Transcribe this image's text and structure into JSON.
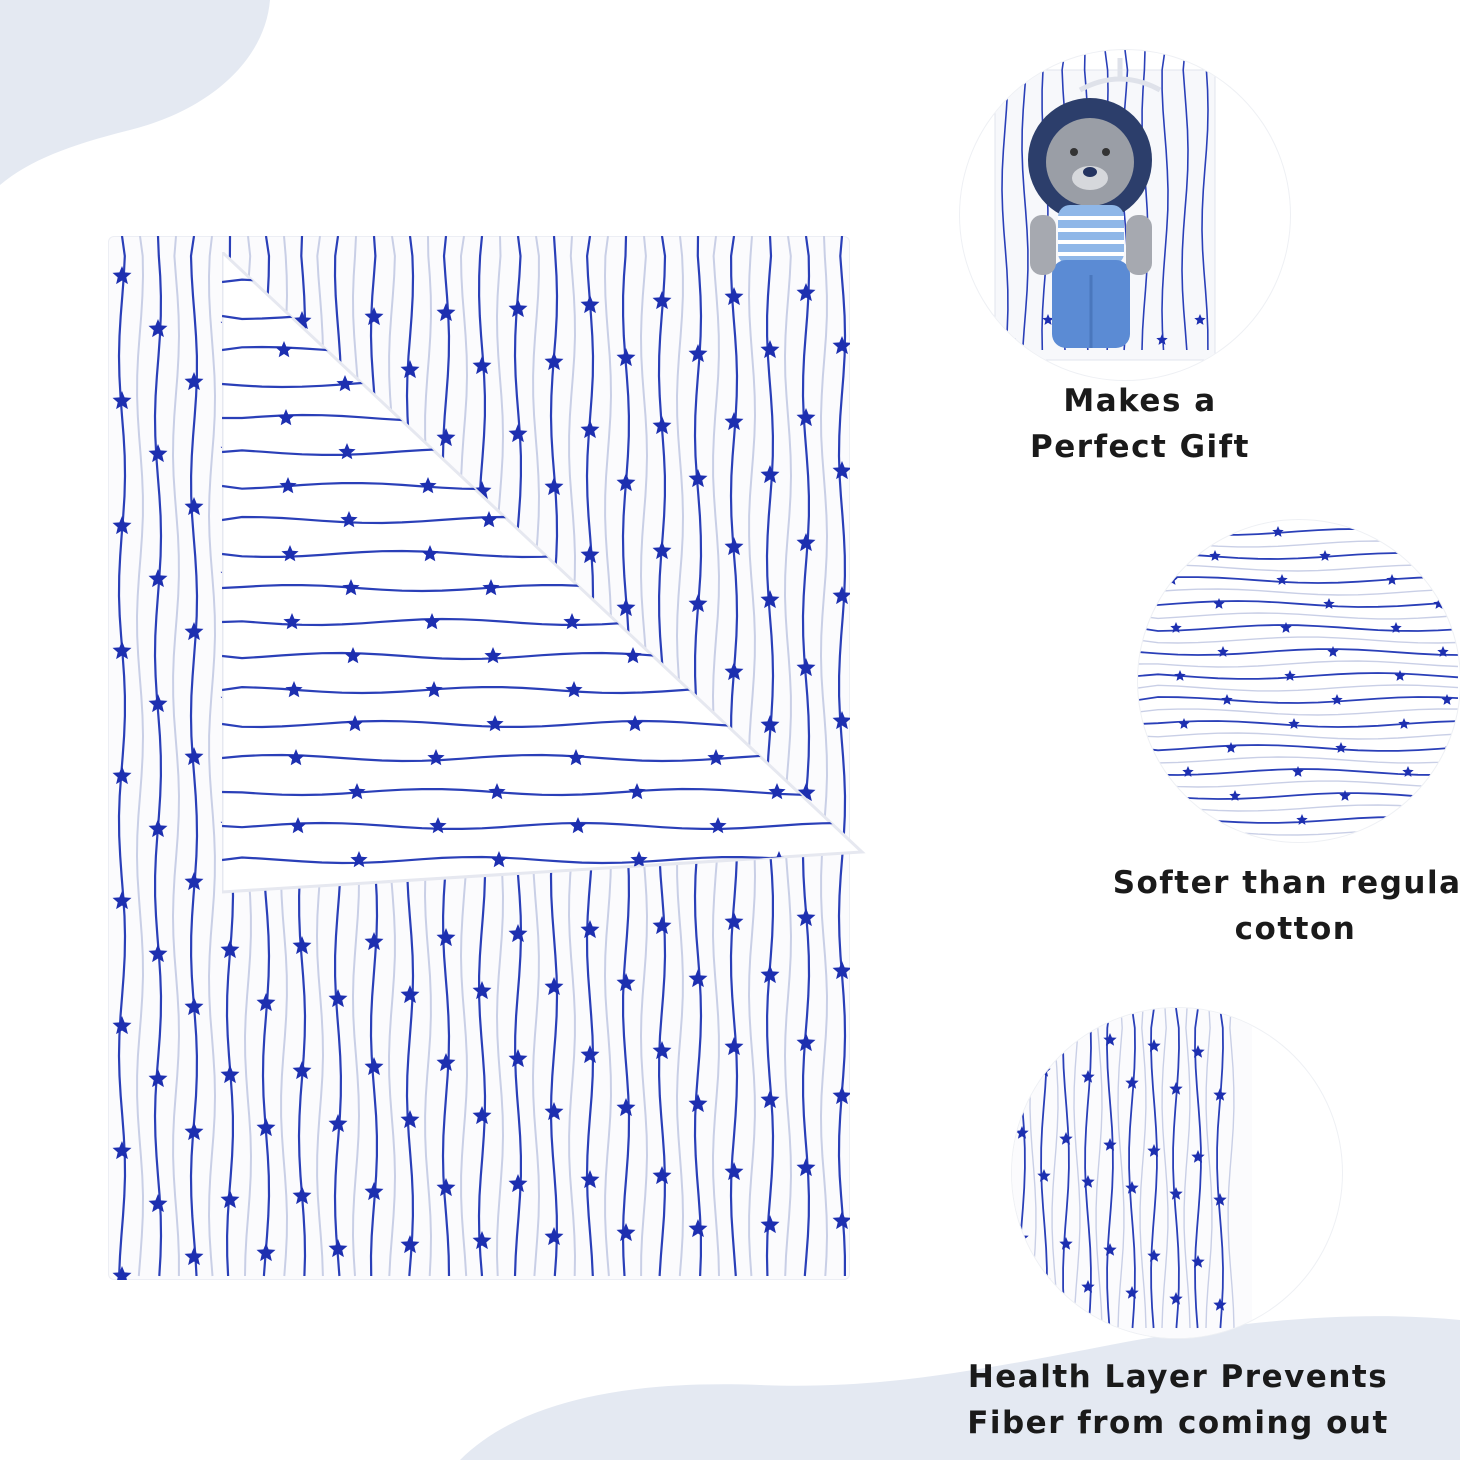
{
  "colors": {
    "background": "#ffffff",
    "blob": "#e4e9f2",
    "stripe": "#2a3fb8",
    "stripe_light": "#c9cfe6",
    "star": "#1d2fb0",
    "text": "#1a1a1a"
  },
  "features": [
    {
      "line1": "Makes a",
      "line2": "Perfect Gift",
      "image": "gift-packaging-with-plush-lion"
    },
    {
      "line1": "Softer than regular",
      "line2": "cotton",
      "image": "fabric-closeup-horizontal-stripes"
    },
    {
      "line1": "Health Layer Prevents",
      "line2": "Fiber from coming out",
      "image": "fabric-closeup-vertical-stripes"
    }
  ],
  "product": {
    "image": "folded-star-stripe-blanket"
  }
}
